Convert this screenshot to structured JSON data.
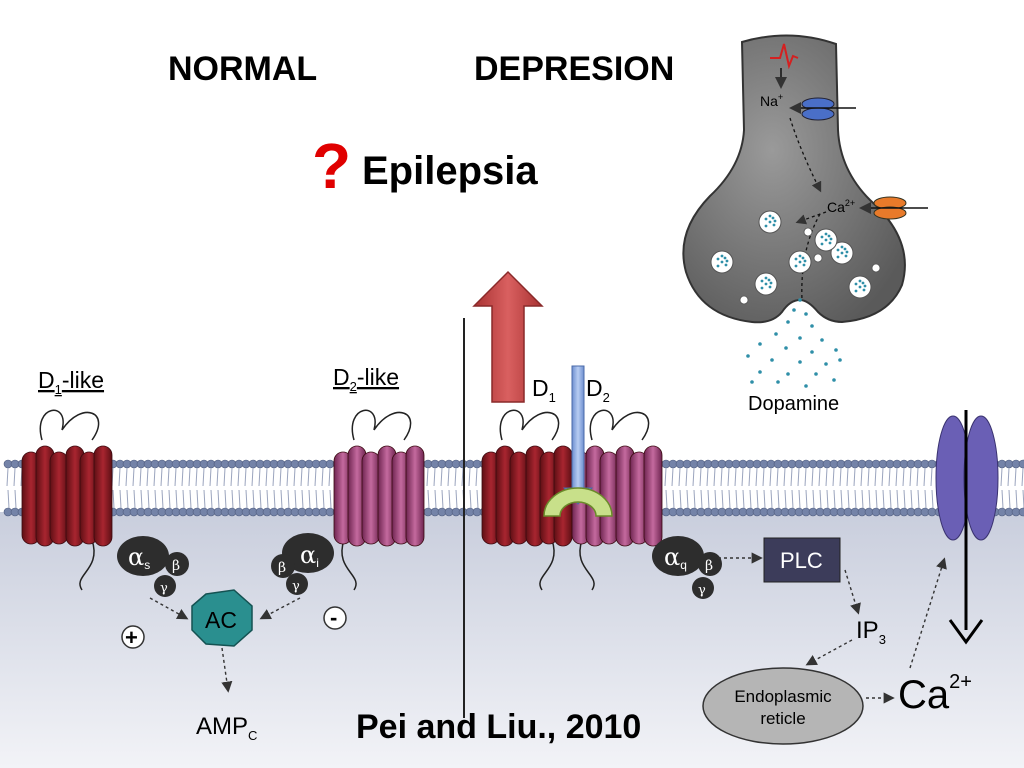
{
  "headers": {
    "normal": "NORMAL",
    "depression": "DEPRESION"
  },
  "question": {
    "mark": "?",
    "title": "Epilepsia"
  },
  "citation": "Pei and Liu., 2010",
  "receptors": {
    "d1_like": {
      "main": "D",
      "sub": "1",
      "suffix": "-like"
    },
    "d2_like": {
      "main": "D",
      "sub": "2",
      "suffix": "-like"
    },
    "d1": {
      "main": "D",
      "sub": "1"
    },
    "d2": {
      "main": "D",
      "sub": "2"
    }
  },
  "g_proteins": {
    "s": {
      "alpha": "α",
      "sub": "s",
      "beta": "β",
      "gamma": "γ"
    },
    "i": {
      "alpha": "α",
      "sub": "i",
      "beta": "β",
      "gamma": "γ"
    },
    "q": {
      "alpha": "α",
      "sub": "q",
      "beta": "β",
      "gamma": "γ"
    }
  },
  "signals": {
    "plus": "+",
    "minus": "-",
    "ac": "AC",
    "amp": {
      "main": "AMP",
      "sub": "C"
    },
    "plc": "PLC",
    "ip3": {
      "main": "IP",
      "sub": "3"
    },
    "er": {
      "line1": "Endoplasmic",
      "line2": "reticle"
    },
    "ca": {
      "main": "Ca",
      "sup": "2+"
    }
  },
  "neuron": {
    "na": {
      "main": "Na",
      "sup": "+"
    },
    "ca": {
      "main": "Ca",
      "sup": "2+"
    },
    "dopamine": "Dopamine"
  },
  "colors": {
    "d1_receptor": "#8b1a1f",
    "d2_receptor": "#a8467a",
    "membrane": "#6f7ea3",
    "cytoplasm": "#d9dde8",
    "g_protein": "#333333",
    "ac_enzyme": "#2a8f8f",
    "plc_box": "#3c3c5a",
    "big_arrow": "#c94848",
    "question_mark": "#e00000",
    "channel": "#7066b8",
    "neuron": "#6b6b6b",
    "vesicle_dots": "#2f8fa8"
  }
}
